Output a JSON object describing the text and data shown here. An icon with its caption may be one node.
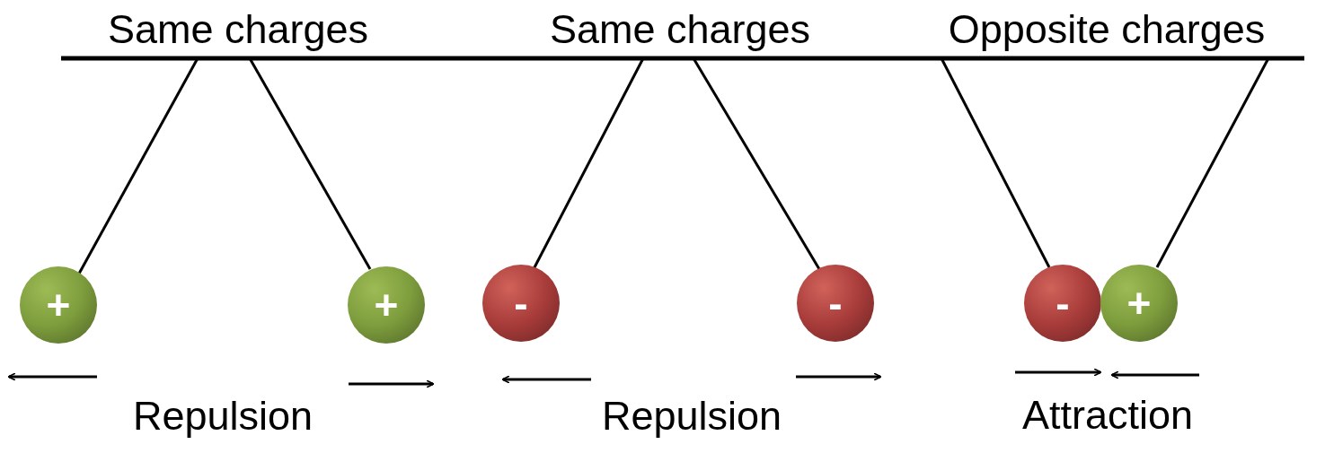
{
  "diagram": {
    "nodes": [
      {
        "text": [
          "+"
        ]
      },
      {
        "text": [
          "+"
        ]
      },
      {
        "text": [
          "-"
        ]
      },
      {
        "text": [
          "-"
        ]
      },
      {
        "text": [
          "-"
        ]
      },
      {
        "text": [
          "+"
        ]
      }
    ],
    "edges": [],
    "labels": [
      "Same charges",
      "Same charges",
      "Opposite charges",
      "Repulsion",
      "Repulsion",
      "Attraction"
    ]
  }
}
